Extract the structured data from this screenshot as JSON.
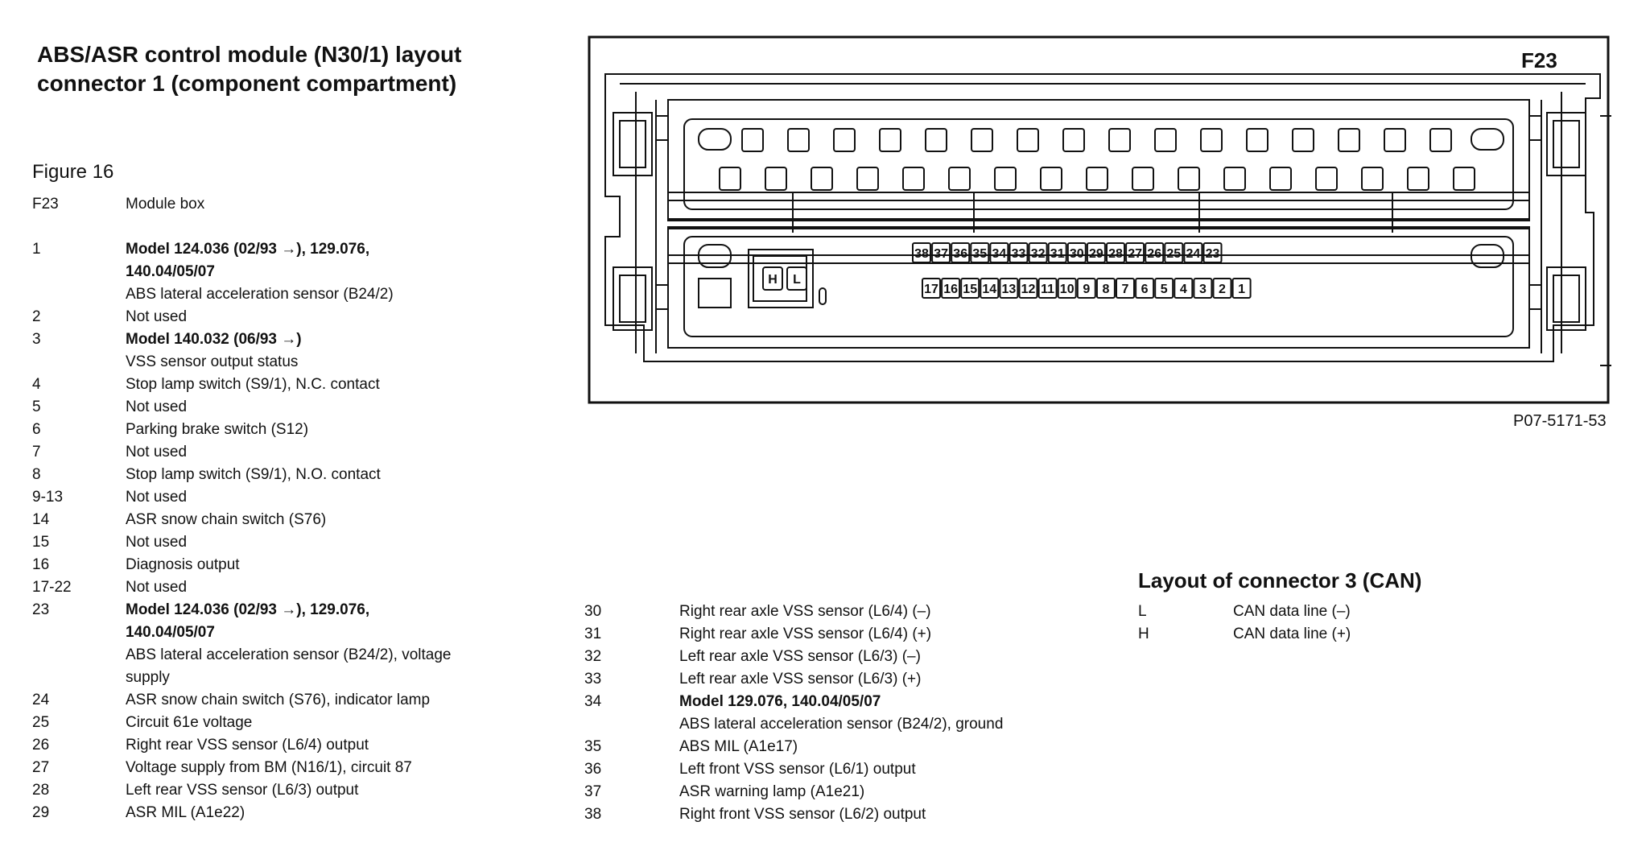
{
  "title_line1": "ABS/ASR control module (N30/1) layout",
  "title_line2": "connector 1 (component compartment)",
  "figure_label": "Figure 16",
  "left_list": [
    {
      "num": "F23",
      "lines": [
        {
          "text": "Module box",
          "bold": false
        }
      ]
    },
    {
      "num": "",
      "lines": [
        {
          "text": "",
          "bold": false
        }
      ]
    },
    {
      "num": "1",
      "lines": [
        {
          "text": "Model 124.036 (02/93 →), 129.076,",
          "bold": true
        },
        {
          "text": "140.04/05/07",
          "bold": true
        },
        {
          "text": "ABS lateral acceleration sensor (B24/2)",
          "bold": false
        }
      ]
    },
    {
      "num": "2",
      "lines": [
        {
          "text": "Not  used",
          "bold": false
        }
      ]
    },
    {
      "num": "3",
      "lines": [
        {
          "text": "Model 140.032 (06/93 →)",
          "bold": true
        },
        {
          "text": "VSS sensor output status",
          "bold": false
        }
      ]
    },
    {
      "num": "4",
      "lines": [
        {
          "text": "Stop lamp switch (S9/1), N.C. contact",
          "bold": false
        }
      ]
    },
    {
      "num": "5",
      "lines": [
        {
          "text": "Not used",
          "bold": false
        }
      ]
    },
    {
      "num": "6",
      "lines": [
        {
          "text": "Parking brake switch (S12)",
          "bold": false
        }
      ]
    },
    {
      "num": "7",
      "lines": [
        {
          "text": "Not used",
          "bold": false
        }
      ]
    },
    {
      "num": "8",
      "lines": [
        {
          "text": "Stop lamp switch (S9/1), N.O. contact",
          "bold": false
        }
      ]
    },
    {
      "num": "9-13",
      "lines": [
        {
          "text": "Not used",
          "bold": false
        }
      ]
    },
    {
      "num": "14",
      "lines": [
        {
          "text": "ASR snow chain switch (S76)",
          "bold": false
        }
      ]
    },
    {
      "num": "15",
      "lines": [
        {
          "text": "Not used",
          "bold": false
        }
      ]
    },
    {
      "num": "16",
      "lines": [
        {
          "text": "Diagnosis output",
          "bold": false
        }
      ]
    },
    {
      "num": "17-22",
      "lines": [
        {
          "text": "Not used",
          "bold": false
        }
      ]
    },
    {
      "num": "23",
      "lines": [
        {
          "text": "Model 124.036 (02/93 →), 129.076,",
          "bold": true
        },
        {
          "text": "140.04/05/07",
          "bold": true
        },
        {
          "text": "ABS lateral acceleration sensor (B24/2), voltage",
          "bold": false
        },
        {
          "text": "supply",
          "bold": false
        }
      ]
    },
    {
      "num": "24",
      "lines": [
        {
          "text": "ASR snow chain switch (S76), indicator lamp",
          "bold": false
        }
      ]
    },
    {
      "num": "25",
      "lines": [
        {
          "text": "Circuit 61e voltage",
          "bold": false
        }
      ]
    },
    {
      "num": "26",
      "lines": [
        {
          "text": "Right rear VSS sensor (L6/4) output",
          "bold": false
        }
      ]
    },
    {
      "num": "27",
      "lines": [
        {
          "text": "Voltage supply from BM (N16/1), circuit 87",
          "bold": false
        }
      ]
    },
    {
      "num": "28",
      "lines": [
        {
          "text": "Left rear VSS sensor (L6/3) output",
          "bold": false
        }
      ]
    },
    {
      "num": "29",
      "lines": [
        {
          "text": "ASR MIL (A1e22)",
          "bold": false
        }
      ]
    }
  ],
  "mid_list": [
    {
      "num": "30",
      "lines": [
        {
          "text": "Right rear axle VSS sensor (L6/4)  (–)",
          "bold": false
        }
      ]
    },
    {
      "num": "31",
      "lines": [
        {
          "text": "Right rear axle VSS sensor (L6/4)  (+)",
          "bold": false
        }
      ]
    },
    {
      "num": "32",
      "lines": [
        {
          "text": "Left rear axle VSS sensor (L6/3)  (–)",
          "bold": false
        }
      ]
    },
    {
      "num": "33",
      "lines": [
        {
          "text": "Left rear axle VSS sensor (L6/3)  (+)",
          "bold": false
        }
      ]
    },
    {
      "num": "34",
      "lines": [
        {
          "text": "Model 129.076, 140.04/05/07",
          "bold": true
        },
        {
          "text": "ABS lateral acceleration sensor (B24/2), ground",
          "bold": false
        }
      ]
    },
    {
      "num": "35",
      "lines": [
        {
          "text": "ABS MIL (A1e17)",
          "bold": false
        }
      ]
    },
    {
      "num": "36",
      "lines": [
        {
          "text": "Left front VSS sensor (L6/1) output",
          "bold": false
        }
      ]
    },
    {
      "num": "37",
      "lines": [
        {
          "text": "ASR warning lamp (A1e21)",
          "bold": false
        }
      ]
    },
    {
      "num": "38",
      "lines": [
        {
          "text": "Right front VSS sensor (L6/2) output",
          "bold": false
        }
      ]
    }
  ],
  "can_title": "Layout of connector 3 (CAN)",
  "can_list": [
    {
      "num": "L",
      "lines": [
        {
          "text": "CAN data line (–)",
          "bold": false
        }
      ]
    },
    {
      "num": "H",
      "lines": [
        {
          "text": "CAN data line (+)",
          "bold": false
        }
      ]
    }
  ],
  "diagram": {
    "box_label": "F23",
    "ref_code": "P07-5171-53",
    "upper_pins": [
      "38",
      "37",
      "36",
      "35",
      "34",
      "33",
      "32",
      "31",
      "30",
      "29",
      "28",
      "27",
      "26",
      "25",
      "24",
      "23"
    ],
    "lower_pins": [
      "17",
      "16",
      "15",
      "14",
      "13",
      "12",
      "11",
      "10",
      "9",
      "8",
      "7",
      "6",
      "5",
      "4",
      "3",
      "2",
      "1"
    ],
    "can_pins": [
      "H",
      "L"
    ]
  }
}
